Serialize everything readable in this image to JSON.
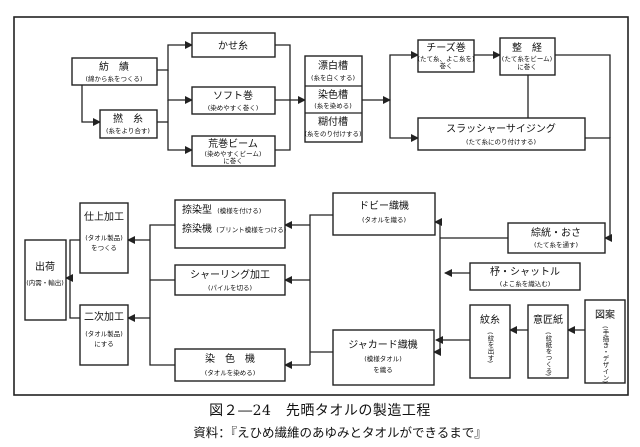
{
  "caption": {
    "title": "図２―24　先晒タオルの製造工程",
    "source": "資料：『えひめ繊維のあゆみとタオルができるまで』"
  },
  "nodes": {
    "boseki": {
      "label": "紡　績",
      "sub": "(綿から糸をつくる)"
    },
    "nenshi": {
      "label": "撚　糸",
      "sub": "(糸をより合す)"
    },
    "kaseito": {
      "label": "かせ糸"
    },
    "softmaki": {
      "label": "ソフト巻",
      "sub": "(染めやすく巻く)"
    },
    "kouraku": {
      "label": "荒巻ビーム",
      "sub1": "(染めやすくビーム)",
      "sub2": "に巻く"
    },
    "sarashi": {
      "label": "漂白槽",
      "sub": "(糸を白くする)"
    },
    "senshoku": {
      "label": "染色槽",
      "sub": "(糸を染める)"
    },
    "nori": {
      "label": "糊付槽",
      "sub": "(糸をのり付けする)"
    },
    "cheese": {
      "label": "チーズ巻",
      "sub1": "(たて糸、よこ糸を)",
      "sub2": "巻く"
    },
    "seikei": {
      "label": "整　経",
      "sub1": "(たて糸をビーム)",
      "sub2": "に巻く"
    },
    "slasher": {
      "label": "スラッシャーサイジング",
      "sub": "(たて糸にのり付けする)"
    },
    "soukou": {
      "label": "綜絖・おさ",
      "sub": "(たて糸を通す)"
    },
    "dobby": {
      "label": "ドビー織機",
      "sub": "(タオルを織る)"
    },
    "jacquard": {
      "label": "ジャカード織機",
      "sub1": "(模様タオル)",
      "sub2": "を織る"
    },
    "hi": {
      "label": "杼・シャットル",
      "sub": "(よこ糸を織込む)"
    },
    "monsho": {
      "label": "紋糸",
      "sub1": "(紋を出す)"
    },
    "ishougami": {
      "label": "意匠紙",
      "sub1": "(紋紙をつくる)"
    },
    "zuan": {
      "label": "図案",
      "sub1": "(手描き・デザイン)"
    },
    "nassen": {
      "label": "捺染型",
      "sub": "(模様を付ける)",
      "label2": "捺染機",
      "sub2": "(プリント模様をつける)"
    },
    "shearing": {
      "label": "シャーリング加工",
      "sub": "(パイルを切る)"
    },
    "senshokuki": {
      "label": "染　色　機",
      "sub": "(タオルを染める)"
    },
    "shiage": {
      "label": "仕上加工",
      "sub1": "(タオル製品)",
      "sub2": "をつくる"
    },
    "niji": {
      "label": "二次加工",
      "sub1": "(タオル製品)",
      "sub2": "にする"
    },
    "shukka": {
      "label": "出荷",
      "sub": "(内需・輸出)"
    }
  }
}
